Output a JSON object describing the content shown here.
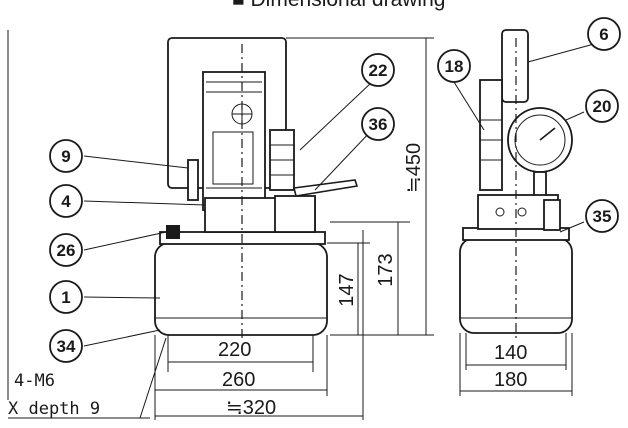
{
  "title": "■ Dimensional drawing",
  "balloons": {
    "b1": "1",
    "b4": "4",
    "b6": "6",
    "b9": "9",
    "b18": "18",
    "b20": "20",
    "b22": "22",
    "b26": "26",
    "b34": "34",
    "b35": "35",
    "b36": "36"
  },
  "dimensions": {
    "d220": "220",
    "d260": "260",
    "d320": "≒320",
    "d147": "147",
    "d173": "173",
    "d450": "≒450",
    "d140": "140",
    "d180": "180"
  },
  "notes": {
    "thread": "4-M6",
    "depth": "X depth 9"
  },
  "colors": {
    "line": "#1a1a1a",
    "background": "#ffffff"
  }
}
